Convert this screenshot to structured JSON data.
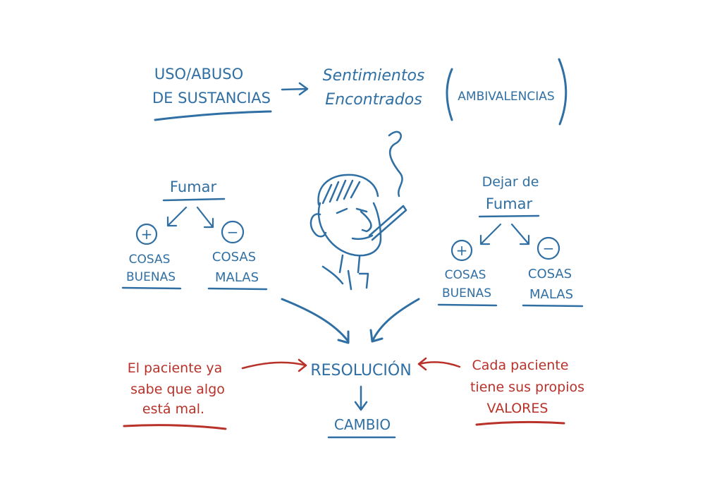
{
  "colors": {
    "blue": "#2f6fa3",
    "red": "#b8322a",
    "background": "#ffffff"
  },
  "top": {
    "substances": [
      "USO/ABUSO",
      "DE SUSTANCIAS"
    ],
    "feelings": [
      "Sentimientos",
      "Encontrados"
    ],
    "ambivalence": "AMBIVALENCIAS"
  },
  "smoke": {
    "title": "Fumar",
    "plus_icon": "+",
    "minus_icon": "−",
    "good": [
      "COSAS",
      "BUENAS"
    ],
    "bad": [
      "COSAS",
      "MALAS"
    ]
  },
  "quit": {
    "title": [
      "Dejar de",
      "Fumar"
    ],
    "plus_icon": "+",
    "minus_icon": "−",
    "good": [
      "COSAS",
      "BUENAS"
    ],
    "bad": [
      "COSAS",
      "MALAS"
    ]
  },
  "center": {
    "resolution": "RESOLUCIÓN",
    "change": "CAMBIO",
    "figure_icon": "smoking-man-icon"
  },
  "left_note": [
    "El paciente ya",
    "sabe que algo",
    "está mal."
  ],
  "right_note": [
    "Cada paciente",
    "tiene sus propios",
    "VALORES"
  ]
}
